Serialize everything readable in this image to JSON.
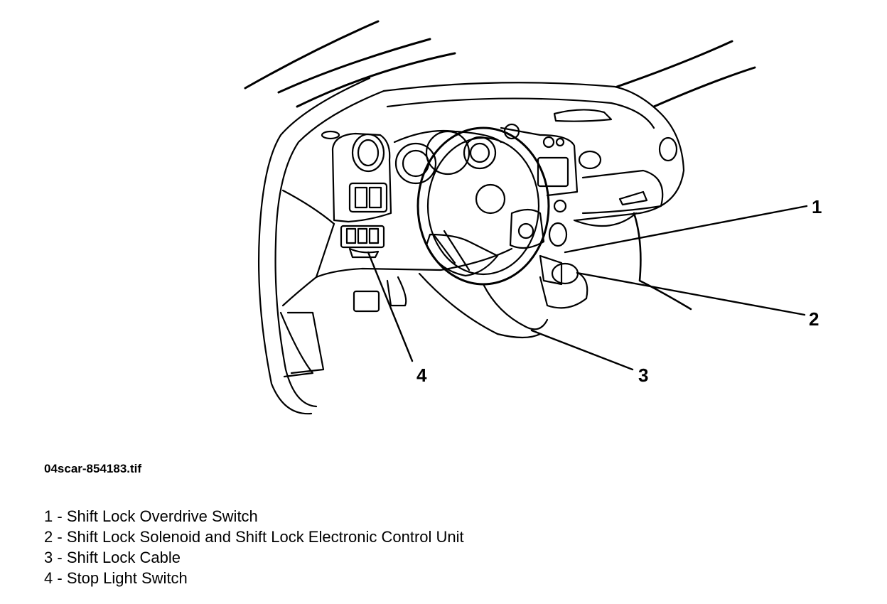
{
  "figure": {
    "file_name": "04scar-854183.tif",
    "callouts": [
      {
        "number": "1",
        "label": "Shift Lock Overdrive Switch"
      },
      {
        "number": "2",
        "label": "Shift Lock Solenoid and Shift Lock Electronic Control Unit"
      },
      {
        "number": "3",
        "label": "Shift Lock Cable"
      },
      {
        "number": "4",
        "label": "Stop Light Switch"
      }
    ]
  },
  "legend": [
    {
      "number": "1",
      "separator": " - ",
      "text": "Shift Lock Overdrive Switch"
    },
    {
      "number": "2",
      "separator": " - ",
      "text": "Shift Lock Solenoid and Shift Lock Electronic Control Unit"
    },
    {
      "number": "3",
      "separator": " - ",
      "text": "Shift Lock Cable"
    },
    {
      "number": "4",
      "separator": " - ",
      "text": "Stop Light Switch"
    }
  ],
  "colors": {
    "line": "#000000",
    "background": "#ffffff"
  }
}
